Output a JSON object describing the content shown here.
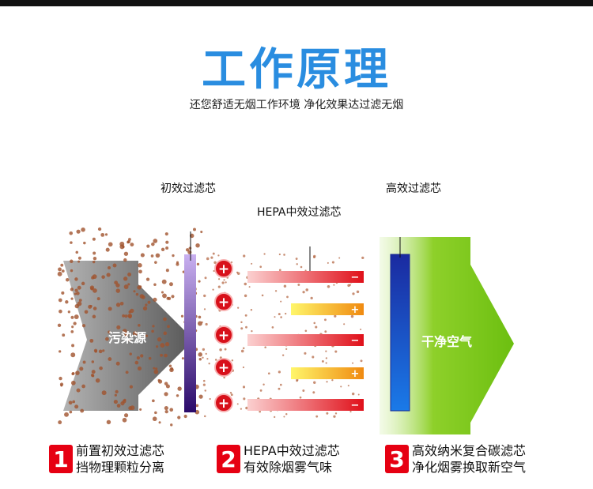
{
  "title": "工作原理",
  "subtitle": "还您舒适无烟工作环境 净化效果达过滤无烟",
  "labels": {
    "primary": "初效过滤芯",
    "hepa": "HEPA中效过滤芯",
    "high": "高效过滤芯",
    "source": "污染源",
    "clean": "干净空气"
  },
  "steps": [
    {
      "num": "1",
      "line1": "前置初效过滤芯",
      "line2": "挡物理颗粒分离"
    },
    {
      "num": "2",
      "line1": "HEPA中效过滤芯",
      "line2": "有效除烟雾气味"
    },
    {
      "num": "3",
      "line1": "高效纳米复合碳滤芯",
      "line2": "净化烟雾换取新空气"
    }
  ],
  "charges": {
    "plus": "+",
    "minus": "−"
  },
  "colors": {
    "title": "#2a8de0",
    "red": "#e60012",
    "green": "#7cc623",
    "blue": "#1f3fc4"
  }
}
